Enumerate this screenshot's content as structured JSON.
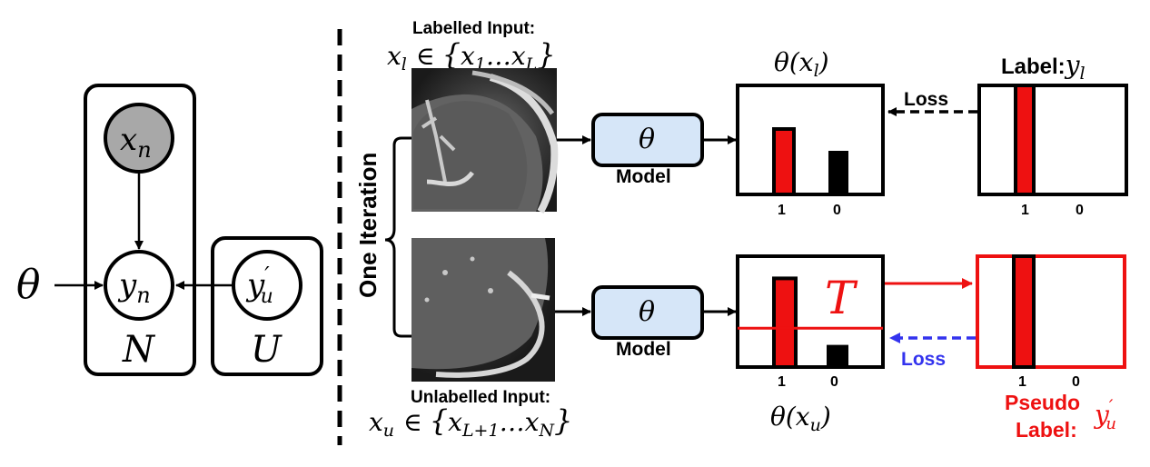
{
  "graphical_model": {
    "theta": "θ",
    "observed_node": {
      "base": "x",
      "sub": "n"
    },
    "latent_node": {
      "base": "y",
      "sub": "n"
    },
    "pseudo_node": {
      "base": "y",
      "prime": "′",
      "sub": "u"
    },
    "plate_n_label": "N",
    "plate_u_label": "U"
  },
  "iteration_label": "One Iteration",
  "labelled": {
    "title": "Labelled Input:",
    "set": {
      "x": "x",
      "sub": "l",
      "in": "∈",
      "open": "{",
      "first": "x",
      "first_sub": "1",
      "dots": "…",
      "last": "x",
      "last_sub": "L",
      "close": "}"
    },
    "model_symbol": "θ",
    "model_label": "Model",
    "output_label": {
      "theta": "θ",
      "open": "(",
      "x": "x",
      "sub": "l",
      "close": ")"
    },
    "output_ticks": [
      "1",
      "0"
    ],
    "target_title": "Label:",
    "target_symbol": {
      "base": "y",
      "sub": "l"
    },
    "target_ticks": [
      "1",
      "0"
    ],
    "loss_label": "Loss"
  },
  "unlabelled": {
    "title": "Unlabelled Input:",
    "set": {
      "x": "x",
      "sub": "u",
      "in": "∈",
      "open": "{",
      "first": "x",
      "first_sub": "L+1",
      "dots": "…",
      "last": "x",
      "last_sub": "N",
      "close": "}"
    },
    "model_symbol": "θ",
    "model_label": "Model",
    "output_label": {
      "theta": "θ",
      "open": "(",
      "x": "x",
      "sub": "u",
      "close": ")"
    },
    "output_ticks": [
      "1",
      "0"
    ],
    "threshold_symbol": "T",
    "target_title_line1": "Pseudo",
    "target_title_line2": "Label:",
    "target_symbol": {
      "base": "y",
      "prime": "′",
      "sub": "u"
    },
    "target_ticks": [
      "1",
      "0"
    ],
    "loss_label": "Loss"
  },
  "chart_data": [
    {
      "type": "bar",
      "name_ref": "labelled output",
      "categories": [
        "1",
        "0"
      ],
      "values": [
        0.6,
        0.4
      ],
      "ylim": [
        0,
        1
      ]
    },
    {
      "type": "bar",
      "name_ref": "labelled target",
      "categories": [
        "1",
        "0"
      ],
      "values": [
        1.0,
        0.0
      ],
      "ylim": [
        0,
        1
      ]
    },
    {
      "type": "bar",
      "name_ref": "unlabelled output",
      "categories": [
        "1",
        "0"
      ],
      "values": [
        0.8,
        0.2
      ],
      "ylim": [
        0,
        1
      ],
      "threshold": 0.35
    },
    {
      "type": "bar",
      "name_ref": "pseudo target",
      "categories": [
        "1",
        "0"
      ],
      "values": [
        1.0,
        0.0
      ],
      "ylim": [
        0,
        1
      ]
    }
  ],
  "colors": {
    "red": "#ee1111",
    "black": "#000000",
    "blue": "#3333ee",
    "model_fill": "#d6e6f8",
    "node_gray": "#a8a8a8"
  }
}
